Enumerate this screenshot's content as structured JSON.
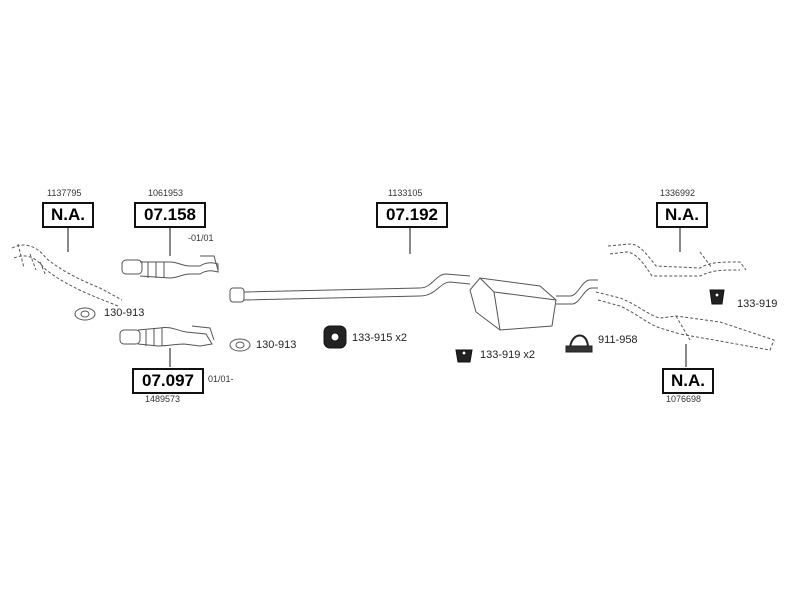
{
  "parts": {
    "front_left": {
      "ref": "1137795",
      "code": "N.A."
    },
    "front_pipe_upper": {
      "ref": "1061953",
      "code": "07.158",
      "date": "-01/01"
    },
    "front_pipe_lower": {
      "ref": "1489573",
      "code": "07.097",
      "date": "01/01-"
    },
    "middle_silencer": {
      "ref": "1133105",
      "code": "07.192"
    },
    "rear_upper": {
      "ref": "1336992",
      "code": "N.A."
    },
    "rear_lower": {
      "ref": "1076698",
      "code": "N.A."
    }
  },
  "fittings": {
    "gasket_1": "130-913",
    "gasket_2": "130-913",
    "rubber_mount_x2": "133-915 x2",
    "hanger_x2": "133-919 x2",
    "clamp": "911-958",
    "hanger_rear": "133-919"
  }
}
